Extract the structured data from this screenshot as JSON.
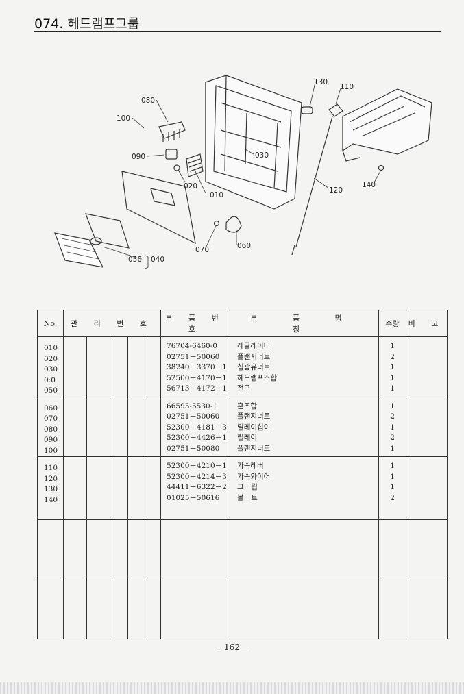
{
  "header": {
    "title": "074. 헤드램프그룹"
  },
  "diagram": {
    "callouts": [
      {
        "label": "080"
      },
      {
        "label": "100"
      },
      {
        "label": "090"
      },
      {
        "label": "020"
      },
      {
        "label": "010"
      },
      {
        "label": "030"
      },
      {
        "label": "130"
      },
      {
        "label": "110"
      },
      {
        "label": "120"
      },
      {
        "label": "140"
      },
      {
        "label": "050"
      },
      {
        "label": "040"
      },
      {
        "label": "070"
      },
      {
        "label": "060"
      }
    ]
  },
  "table": {
    "headers": {
      "no": "No.",
      "mgmt": "관 리 번 호",
      "part_no": "부 품 번 호",
      "part_name": "부 품 명 칭",
      "qty": "수량",
      "remarks": "비 고"
    },
    "groups": [
      {
        "rows": [
          {
            "no": "010",
            "part_no": "76704-6460-0",
            "name": "레귤레이터",
            "qty": "1"
          },
          {
            "no": "020",
            "part_no": "02751－50060",
            "name": "플랜지너트",
            "qty": "2"
          },
          {
            "no": "030",
            "part_no": "38240－3370－1",
            "name": "십광유너트",
            "qty": "1"
          },
          {
            "no": "0:0",
            "part_no": "52500－4170－1",
            "name": "헤드램프조합",
            "qty": "1"
          },
          {
            "no": "050",
            "part_no": "56713－4172－1",
            "name": "전구",
            "qty": "1"
          }
        ]
      },
      {
        "rows": [
          {
            "no": "060",
            "part_no": "66595-5530-1",
            "name": "혼조합",
            "qty": "1"
          },
          {
            "no": "070",
            "part_no": "02751－50060",
            "name": "플랜지너트",
            "qty": "2"
          },
          {
            "no": "080",
            "part_no": "52300－4181－3",
            "name": "릴레이십이",
            "qty": "1"
          },
          {
            "no": "090",
            "part_no": "52300－4426－1",
            "name": "릴레이",
            "qty": "2"
          },
          {
            "no": "100",
            "part_no": "02751－50080",
            "name": "플랜지너트",
            "qty": "1"
          }
        ]
      },
      {
        "rows": [
          {
            "no": "110",
            "part_no": "52300－4210－1",
            "name": "가속레버",
            "qty": "1"
          },
          {
            "no": "120",
            "part_no": "52300－4214－3",
            "name": "가속와이어",
            "qty": "1"
          },
          {
            "no": "130",
            "part_no": "44411－6322－2",
            "name": "그　립",
            "qty": "1"
          },
          {
            "no": "140",
            "part_no": "01025－50616",
            "name": "볼　트",
            "qty": "2"
          }
        ]
      },
      {
        "rows": []
      },
      {
        "rows": []
      }
    ]
  },
  "footer": {
    "page_number": "－162－"
  }
}
